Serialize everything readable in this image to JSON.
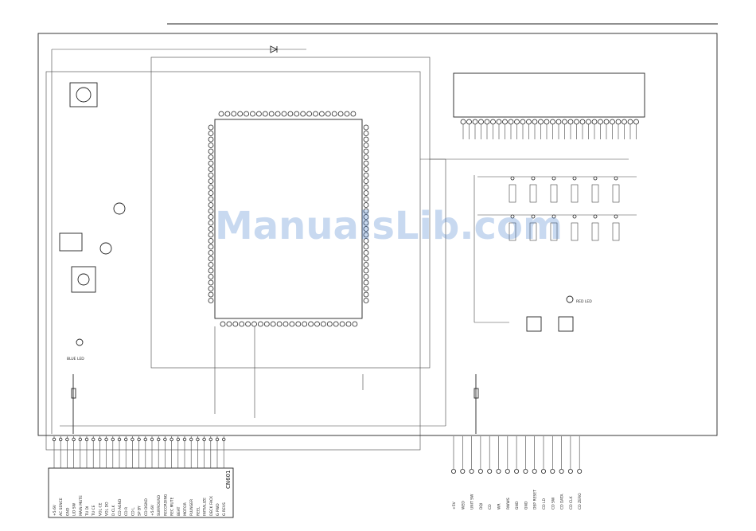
{
  "watermark": "ManualsLib.com",
  "connector_left": {
    "name": "CN601",
    "pins": [
      "+5.6V",
      "AC SENCE",
      "GND",
      "LID SW",
      "MAIN MUTE",
      "TU DI",
      "TU CE",
      "VOL CE",
      "VOL DO",
      "D CLK",
      "CD AGND",
      "CD R",
      "CD L",
      "SP BY",
      "CD DGND",
      "+5.6V",
      "SURROUND",
      "RECORDING",
      "REC MUTE",
      "BEAT",
      "MOTOR",
      "PLUNGER",
      "REEL",
      "INITIALIZE",
      "DECK FACK",
      "G PWD",
      "G REVS"
    ]
  },
  "connector_right": {
    "pins": [
      "+5V",
      "WED",
      "UNIT SW",
      "DQI",
      "CD",
      "WR",
      "RWWS",
      "GND",
      "GND",
      "DSP RESET",
      "CD LD",
      "CD SW",
      "CD DATA",
      "CD CLK",
      "CD ZERO"
    ]
  },
  "labels": {
    "blue_led": "BLUE LED",
    "red_led": "RED LED"
  }
}
